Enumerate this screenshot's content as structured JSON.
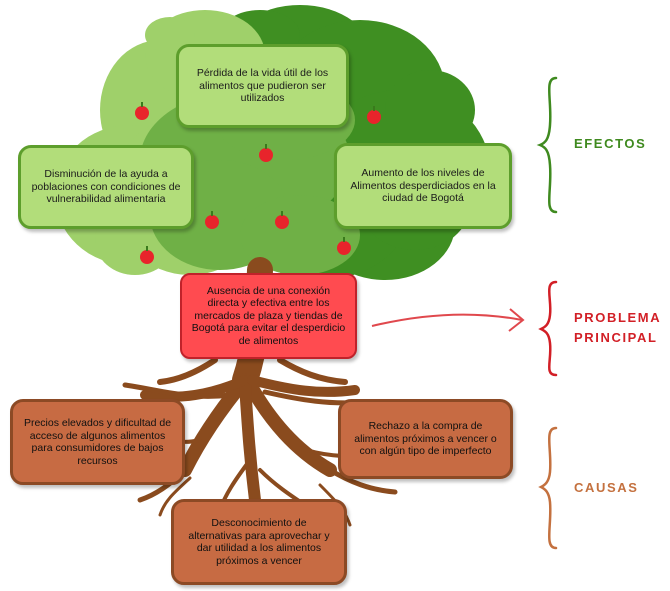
{
  "effects": {
    "label": "EFECTOS",
    "items": [
      "Pérdida de la vida útil de los alimentos que pudieron ser utilizados",
      "Disminución de la ayuda a poblaciones con condiciones de vulnerabilidad alimentaria",
      "Aumento de los niveles de Alimentos desperdiciados en la ciudad de Bogotá"
    ]
  },
  "problem": {
    "label_line1": "PROBLEMA",
    "label_line2": "PRINCIPAL",
    "text": "Ausencia de una conexión directa y efectiva entre los mercados de plaza y tiendas de Bogotá para evitar el desperdicio de alimentos"
  },
  "causes": {
    "label": "CAUSAS",
    "items": [
      "Precios elevados y dificultad de acceso de algunos alimentos para consumidores de bajos recursos",
      "Rechazo a la compra de alimentos próximos a vencer o con algún tipo de imperfecto",
      "Desconocimiento de alternativas para aprovechar y dar utilidad  a los alimentos próximos a vencer"
    ]
  },
  "colors": {
    "effects": "#3f8a1f",
    "problem": "#d21f26",
    "causes": "#c4713f",
    "foliage_light": "#9fd06a",
    "foliage_dark": "#3f8f22",
    "trunk": "#8a4b1e"
  },
  "icons": [
    "tree-foliage",
    "apple-icon",
    "tree-roots",
    "curly-brace",
    "arrow-right"
  ]
}
